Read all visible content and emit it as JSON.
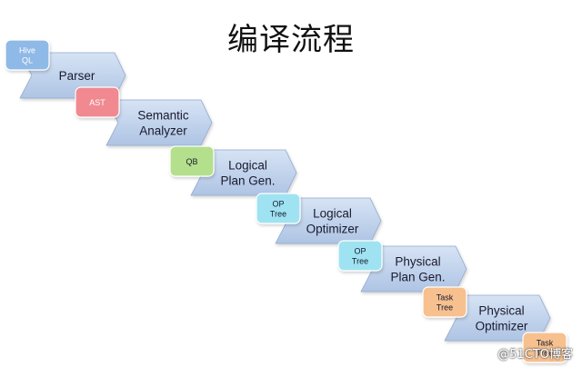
{
  "title": "编译流程",
  "stages": [
    {
      "label_lines": [
        "Parser"
      ]
    },
    {
      "label_lines": [
        "Semantic",
        "Analyzer"
      ]
    },
    {
      "label_lines": [
        "Logical",
        "Plan Gen."
      ]
    },
    {
      "label_lines": [
        "Logical",
        "Optimizer"
      ]
    },
    {
      "label_lines": [
        "Physical",
        "Plan Gen."
      ]
    },
    {
      "label_lines": [
        "Physical",
        "Optimizer"
      ]
    }
  ],
  "artifacts": [
    {
      "label_lines": [
        "Hive",
        "QL"
      ],
      "color": "#8fb9e6",
      "text_light": true
    },
    {
      "label_lines": [
        "AST"
      ],
      "color": "#f08a90",
      "text_light": true
    },
    {
      "label_lines": [
        "QB"
      ],
      "color": "#b4df8c",
      "text_light": false
    },
    {
      "label_lines": [
        "OP",
        "Tree"
      ],
      "color": "#9fe3f2",
      "text_light": false
    },
    {
      "label_lines": [
        "OP",
        "Tree"
      ],
      "color": "#9fe3f2",
      "text_light": false
    },
    {
      "label_lines": [
        "Task",
        "Tree"
      ],
      "color": "#f7c08f",
      "text_light": false
    },
    {
      "label_lines": [
        "Task",
        "Tree"
      ],
      "color": "#f7c08f",
      "text_light": false
    }
  ],
  "colors": {
    "chevron_top": "#d6e3f4",
    "chevron_bottom": "#aec4e4",
    "chevron_stroke": "#8fa9cf"
  },
  "watermark": "@51CTO博客"
}
